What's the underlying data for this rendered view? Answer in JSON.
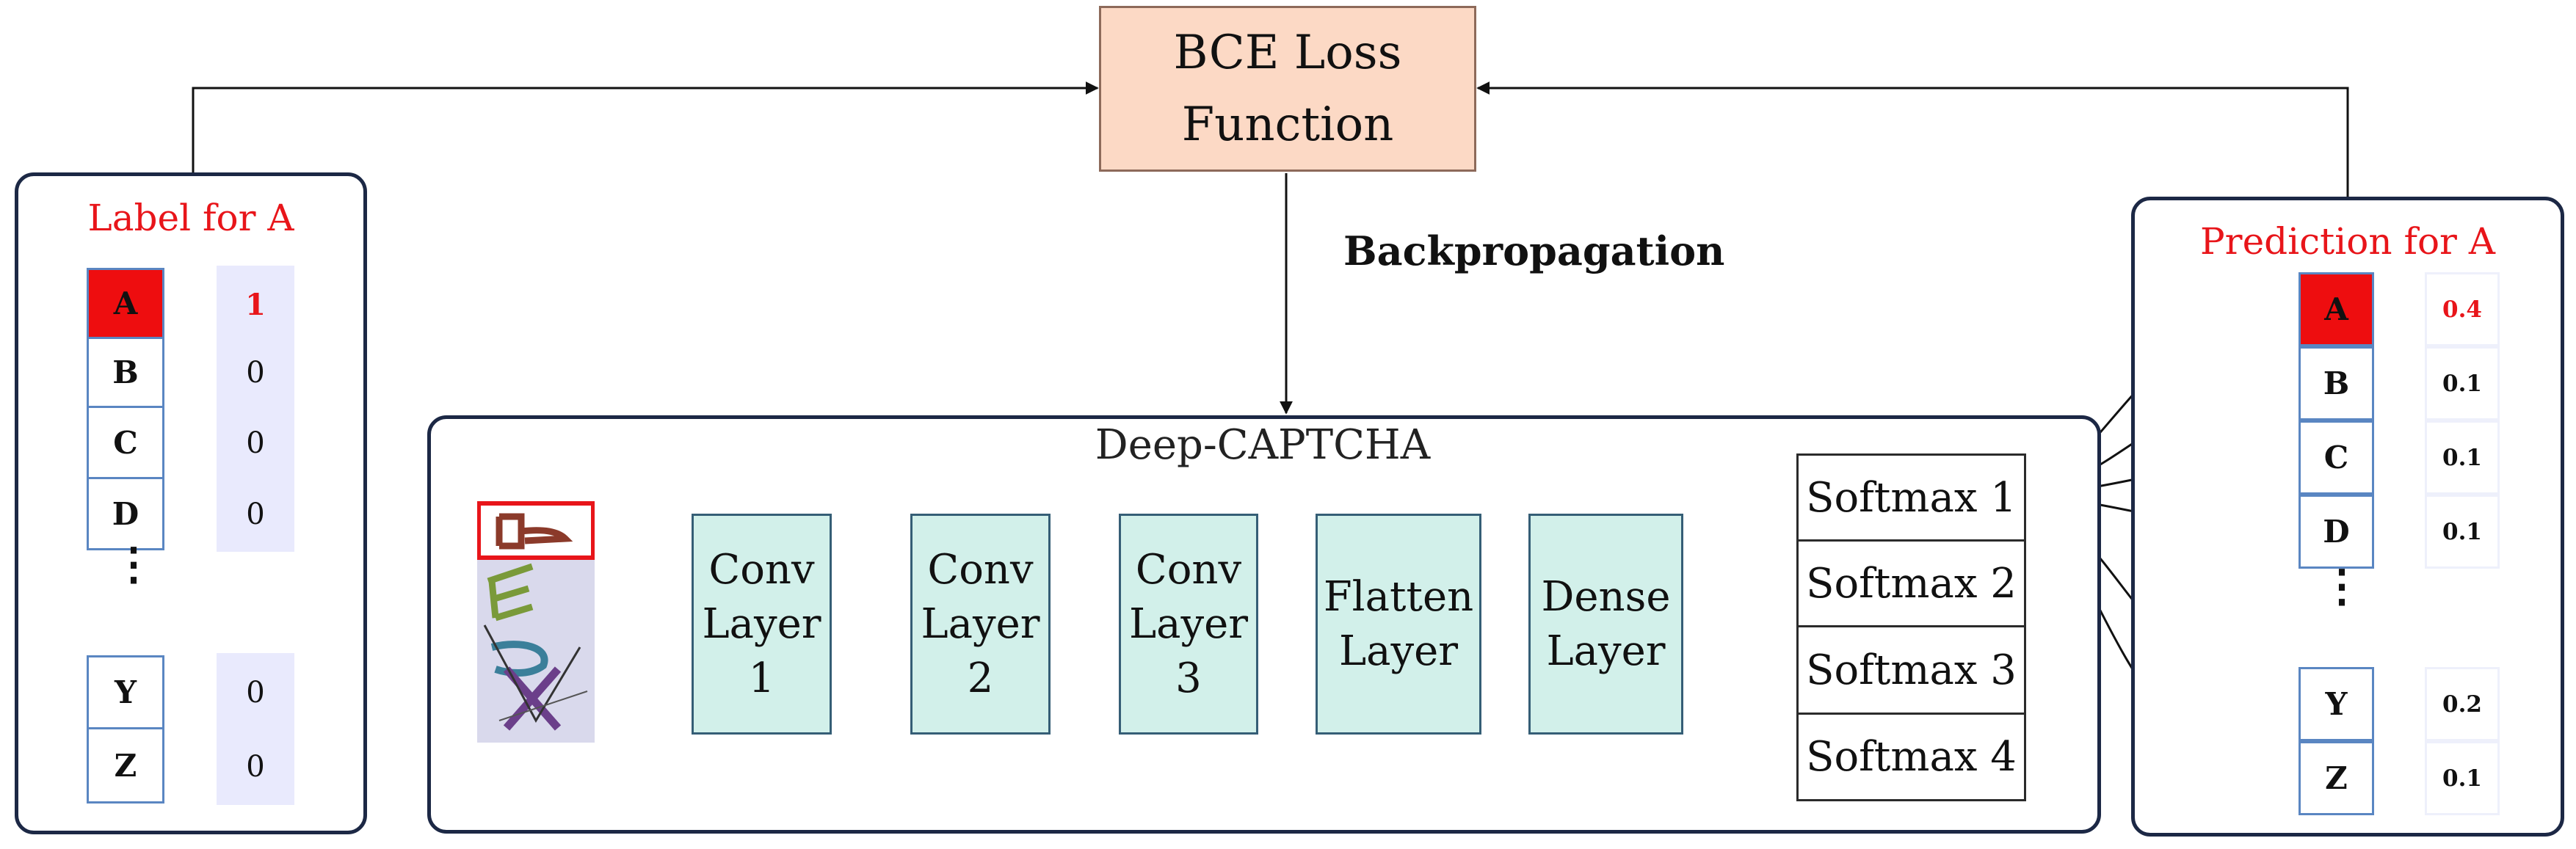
{
  "loss": {
    "line1": "BCE Loss",
    "line2": "Function"
  },
  "backprop_label": "Backpropagation",
  "label_panel": {
    "title": "Label for A",
    "rows": [
      {
        "letter": "A",
        "value": "1",
        "selected": true
      },
      {
        "letter": "B",
        "value": "0"
      },
      {
        "letter": "C",
        "value": "0"
      },
      {
        "letter": "D",
        "value": "0"
      },
      {
        "letter": "Y",
        "value": "0"
      },
      {
        "letter": "Z",
        "value": "0"
      }
    ],
    "ellipsis": "⋮"
  },
  "prediction_panel": {
    "title": "Prediction for A",
    "rows": [
      {
        "letter": "A",
        "value": "0.4",
        "selected": true
      },
      {
        "letter": "B",
        "value": "0.1"
      },
      {
        "letter": "C",
        "value": "0.1"
      },
      {
        "letter": "D",
        "value": "0.1"
      },
      {
        "letter": "Y",
        "value": "0.2"
      },
      {
        "letter": "Z",
        "value": "0.1"
      }
    ],
    "ellipsis": "⋮"
  },
  "model": {
    "title": "Deep-CAPTCHA",
    "captcha_chars": [
      "D",
      "E",
      "B",
      "X"
    ],
    "layers": [
      {
        "line1": "Conv",
        "line2": "Layer",
        "line3": "1"
      },
      {
        "line1": "Conv",
        "line2": "Layer",
        "line3": "2"
      },
      {
        "line1": "Conv",
        "line2": "Layer",
        "line3": "3"
      },
      {
        "line1": "Flatten",
        "line2": "Layer"
      },
      {
        "line1": "Dense",
        "line2": "Layer"
      }
    ],
    "softmax": [
      "Softmax 1",
      "Softmax 2",
      "Softmax 3",
      "Softmax 4"
    ]
  },
  "colors": {
    "red": "#e8151a",
    "loss_fill": "#fcd9c5",
    "layer_fill": "#d2f0ea",
    "panel_border": "#1c2845"
  }
}
